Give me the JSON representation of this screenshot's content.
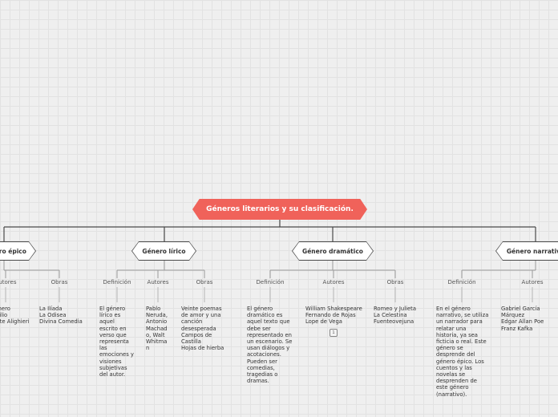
{
  "root": {
    "title": "Géneros literarios y su clasificación."
  },
  "genres": [
    {
      "name": "Género épico",
      "subs": [
        {
          "label": "Autores",
          "text": "Homero\nVirgilio\nDante Alighieri"
        },
        {
          "label": "Obras",
          "text": "La Ilíada\nLa Odisea\nDivina Comedia"
        }
      ]
    },
    {
      "name": "Género lírico",
      "subs": [
        {
          "label": "Definición",
          "text": "El género\nlírico es\naquel\nescrito en\nverso que\nrepresenta\nlas\nemociones y\nvisiones\nsubjetivas\ndel autor."
        },
        {
          "label": "Autores",
          "text": "Pablo\nNeruda,\nAntonio\nMachad\no, Walt\nWhitma\nn"
        },
        {
          "label": "Obras",
          "text": "Veinte poemas\nde amor y una\ncanción\ndesesperada\nCampos de\nCastilla\nHojas de hierba"
        }
      ]
    },
    {
      "name": "Género dramático",
      "subs": [
        {
          "label": "Definición",
          "text": "El género\ndramático es\naquel texto que\ndebe ser\nrepresentado en\nun escenario. Se\nusan diálogos y\nacotaciones.\nPueden ser\ncomedias,\ntragedias o\ndramas."
        },
        {
          "label": "Autores",
          "text": "William Shakespeare\nFernando de Rojas\nLope de Vega",
          "badge": "1"
        },
        {
          "label": "Obras",
          "text": "Romeo y Julieta\nLa Celestina\nFuenteovejuna"
        }
      ]
    },
    {
      "name": "Género narrativo",
      "subs": [
        {
          "label": "Definición",
          "text": "En el género\nnarrativo, se utiliza\nun narrador para\nrelatar una\nhistoria, ya sea\nficticia o real. Este\ngénero se\ndesprende del\ngénero épico. Los\ncuentos y las\nnovelas se\ndesprenden de\neste género\n(narrativo)."
        },
        {
          "label": "Autores",
          "text": "Gabriel García Márquez\nEdgar Allan Poe\nFranz Kafka"
        }
      ]
    }
  ]
}
